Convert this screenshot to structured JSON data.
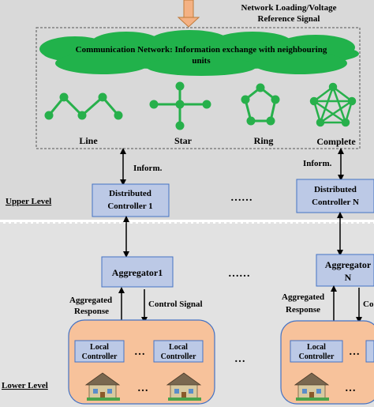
{
  "signal": {
    "line1": "Network Loading/Voltage",
    "line2": "Reference Signal"
  },
  "cloud": {
    "line1": "Communication Network: Information exchange with neighbouring",
    "line2": "units"
  },
  "topologies": [
    {
      "label": "Line"
    },
    {
      "label": "Star"
    },
    {
      "label": "Ring"
    },
    {
      "label": "Complete"
    }
  ],
  "inform_label": "Inform.",
  "levels": {
    "upper": "Upper Level",
    "lower": "Lower Level"
  },
  "controllers": {
    "left_line1": "Distributed",
    "left_line2": "Controller 1",
    "right_line1": "Distributed",
    "right_line2": "Controller N",
    "ellipsis": "……"
  },
  "aggregators": {
    "left": "Aggregator1",
    "right_line1": "Aggregator",
    "right_line2": "N",
    "ellipsis": "……"
  },
  "response": {
    "line1": "Aggregated",
    "line2": "Response",
    "control": "Control Signal",
    "control_cut": "Co"
  },
  "local": {
    "line1": "Local",
    "line2": "Controller",
    "dots": "…"
  },
  "colors": {
    "upper_bg": "#d9d9d9",
    "lower_bg": "#e2e2e2",
    "box_fill": "#bcc9e6",
    "box_stroke": "#4472c4",
    "group_fill": "#f7c29b",
    "cloud_fill": "#21b24b",
    "node_green": "#27b04b"
  }
}
